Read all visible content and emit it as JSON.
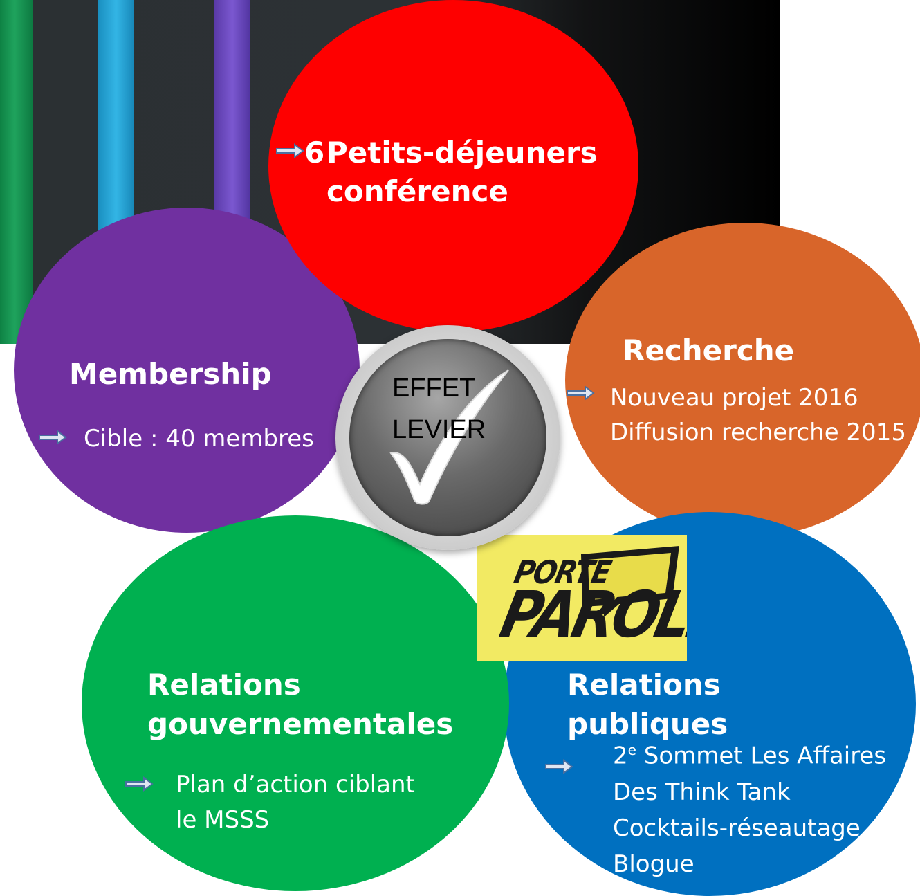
{
  "center": {
    "line1": "EFFET",
    "line2": "LEVIER"
  },
  "breakfast": {
    "count": "6",
    "title_line1": "Petits-déjeuners",
    "title_line2": "conférence",
    "color": "#fe0000"
  },
  "research": {
    "title": "Recherche",
    "items": [
      "Nouveau projet 2016",
      "Diffusion recherche 2015"
    ],
    "color": "#d8652a"
  },
  "membership": {
    "title": "Membership",
    "items": [
      "Cible : 40 membres"
    ],
    "color": "#7030a0"
  },
  "gov": {
    "title_line1": "Relations",
    "title_line2": "gouvernementales",
    "item_line1": "Plan d’action ciblant",
    "item_line2": "le MSSS",
    "color": "#00b050"
  },
  "pr": {
    "title_line1": "Relations",
    "title_line2": "publiques",
    "item1_num": "2",
    "item1_sup": "e",
    "item1_rest": " Sommet Les Affaires",
    "items": [
      "Des Think Tank",
      "Cocktails-réseautage",
      "Blogue"
    ],
    "color": "#0070c0"
  },
  "logo": {
    "line1": "PORTE",
    "line2": "PAROLE"
  }
}
